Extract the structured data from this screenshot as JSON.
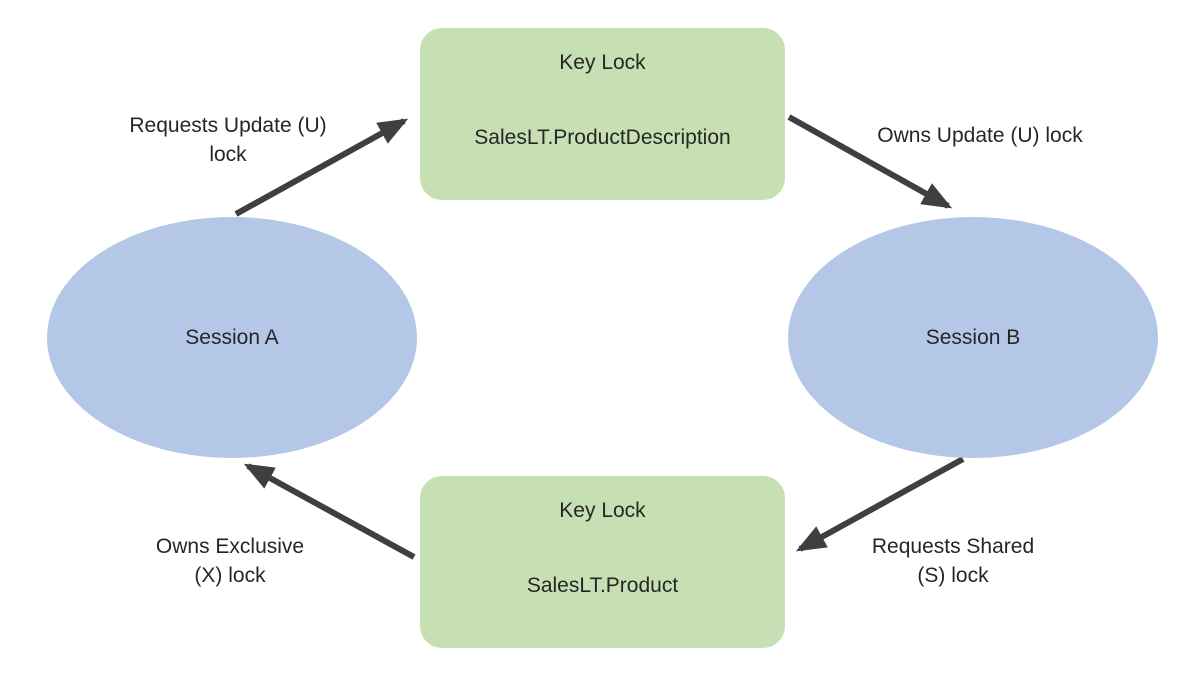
{
  "diagram": {
    "background": "#ffffff",
    "colors": {
      "session_fill": "#b4c7e7",
      "lock_fill": "#c6e0b4",
      "arrow": "#3f3f42",
      "text": "#262626"
    },
    "nodes": {
      "session_a": {
        "label": "Session A"
      },
      "session_b": {
        "label": "Session B"
      },
      "lock_top": {
        "title": "Key Lock",
        "resource": "SalesLT.ProductDescription"
      },
      "lock_bottom": {
        "title": "Key Lock",
        "resource": "SalesLT.Product"
      }
    },
    "edges": {
      "session_a_requests": {
        "from": "session_a",
        "to": "lock_top",
        "label": "Requests Update (U)\nlock"
      },
      "lock_top_owned_by": {
        "from": "lock_top",
        "to": "session_b",
        "label": "Owns Update (U) lock"
      },
      "session_b_requests": {
        "from": "session_b",
        "to": "lock_bottom",
        "label": "Requests Shared\n(S) lock"
      },
      "lock_bottom_owned_by": {
        "from": "lock_bottom",
        "to": "session_a",
        "label": "Owns Exclusive\n(X) lock"
      }
    }
  }
}
